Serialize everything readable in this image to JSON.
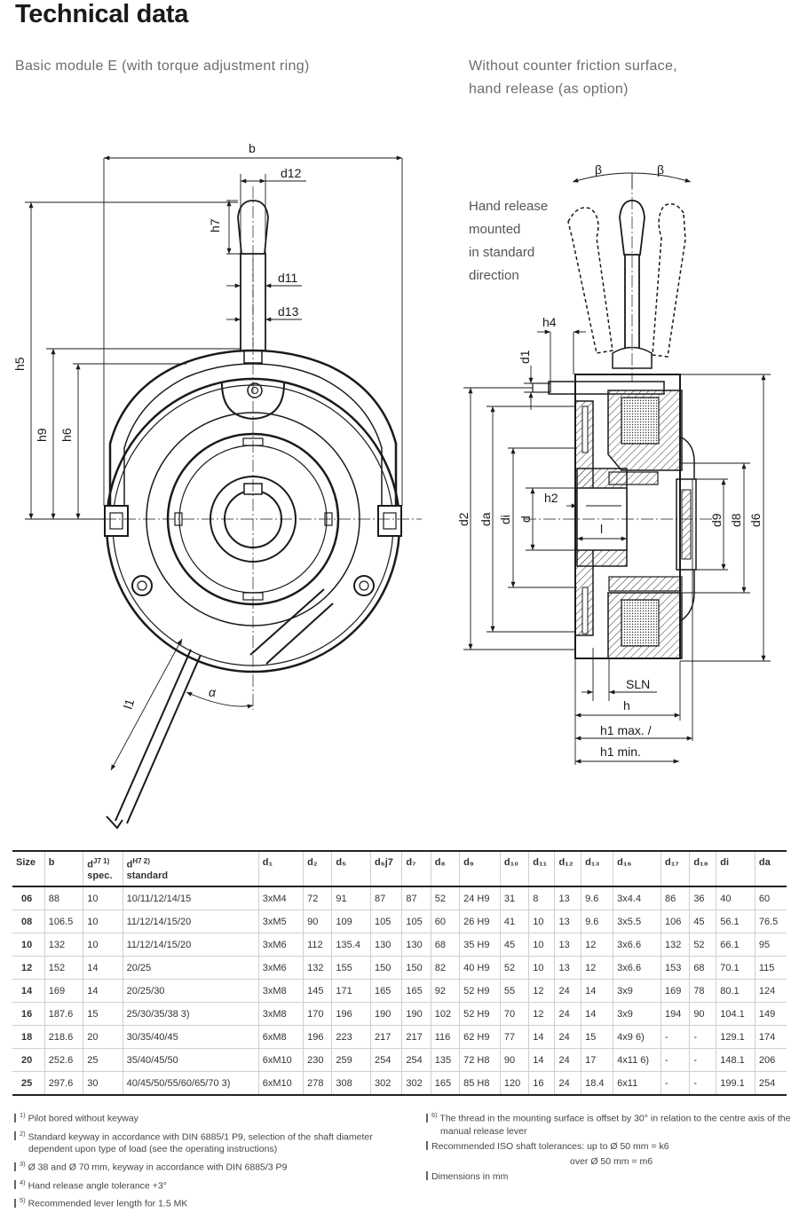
{
  "title": "Technical data",
  "subtitle_left": "Basic module E (with torque adjustment ring)",
  "subtitle_right_line1": "Without counter friction surface,",
  "subtitle_right_line2": "hand release (as option)",
  "hand_release_note": [
    "Hand release",
    "mounted",
    "in standard",
    "direction"
  ],
  "left_labels": {
    "b": "b",
    "d12": "d12",
    "h7": "h7",
    "d11": "d11",
    "d13": "d13",
    "h5": "h5",
    "h9": "h9",
    "h6": "h6",
    "l1": "l1",
    "alpha": "α"
  },
  "right_labels": {
    "beta_left": "β",
    "beta_right": "β",
    "h4": "h4",
    "d1": "d1",
    "d2": "d2",
    "da": "da",
    "di": "di",
    "d": "d",
    "h2": "h2",
    "l": "l",
    "d9": "d9",
    "d8": "d8",
    "d6": "d6",
    "sln": "SLN",
    "h": "h",
    "h1max": "h1 max. /",
    "h1min": "h1 min."
  },
  "table": {
    "headers": [
      {
        "main": "Size",
        "sup": "",
        "line2": ""
      },
      {
        "main": "b",
        "sup": "",
        "line2": ""
      },
      {
        "main": "d",
        "sup": "J7 1)",
        "line2": "spec."
      },
      {
        "main": "d",
        "sup": "H7 2)",
        "line2": "standard"
      },
      {
        "main": "d₁",
        "sup": "",
        "line2": ""
      },
      {
        "main": "d₂",
        "sup": "",
        "line2": ""
      },
      {
        "main": "d₅",
        "sup": "",
        "line2": ""
      },
      {
        "main": "d₆j7",
        "sup": "",
        "line2": ""
      },
      {
        "main": "d₇",
        "sup": "",
        "line2": ""
      },
      {
        "main": "d₈",
        "sup": "",
        "line2": ""
      },
      {
        "main": "d₉",
        "sup": "",
        "line2": ""
      },
      {
        "main": "d₁₀",
        "sup": "",
        "line2": ""
      },
      {
        "main": "d₁₁",
        "sup": "",
        "line2": ""
      },
      {
        "main": "d₁₂",
        "sup": "",
        "line2": ""
      },
      {
        "main": "d₁₃",
        "sup": "",
        "line2": ""
      },
      {
        "main": "d₁₆",
        "sup": "",
        "line2": ""
      },
      {
        "main": "d₁₇",
        "sup": "",
        "line2": ""
      },
      {
        "main": "d₁₈",
        "sup": "",
        "line2": ""
      },
      {
        "main": "di",
        "sup": "",
        "line2": ""
      },
      {
        "main": "da",
        "sup": "",
        "line2": ""
      }
    ],
    "rows": [
      [
        "06",
        "88",
        "10",
        "10/11/12/14/15",
        "3xM4",
        "72",
        "91",
        "87",
        "87",
        "52",
        "24 H9",
        "31",
        "8",
        "13",
        "9.6",
        "3x4.4",
        "86",
        "36",
        "40",
        "60"
      ],
      [
        "08",
        "106.5",
        "10",
        "11/12/14/15/20",
        "3xM5",
        "90",
        "109",
        "105",
        "105",
        "60",
        "26 H9",
        "41",
        "10",
        "13",
        "9.6",
        "3x5.5",
        "106",
        "45",
        "56.1",
        "76.5"
      ],
      [
        "10",
        "132",
        "10",
        "11/12/14/15/20",
        "3xM6",
        "112",
        "135.4",
        "130",
        "130",
        "68",
        "35 H9",
        "45",
        "10",
        "13",
        "12",
        "3x6.6",
        "132",
        "52",
        "66.1",
        "95"
      ],
      [
        "12",
        "152",
        "14",
        "20/25",
        "3xM6",
        "132",
        "155",
        "150",
        "150",
        "82",
        "40 H9",
        "52",
        "10",
        "13",
        "12",
        "3x6.6",
        "153",
        "68",
        "70.1",
        "115"
      ],
      [
        "14",
        "169",
        "14",
        "20/25/30",
        "3xM8",
        "145",
        "171",
        "165",
        "165",
        "92",
        "52 H9",
        "55",
        "12",
        "24",
        "14",
        "3x9",
        "169",
        "78",
        "80.1",
        "124"
      ],
      [
        "16",
        "187.6",
        "15",
        "25/30/35/38 3)",
        "3xM8",
        "170",
        "196",
        "190",
        "190",
        "102",
        "52 H9",
        "70",
        "12",
        "24",
        "14",
        "3x9",
        "194",
        "90",
        "104.1",
        "149"
      ],
      [
        "18",
        "218.6",
        "20",
        "30/35/40/45",
        "6xM8",
        "196",
        "223",
        "217",
        "217",
        "116",
        "62 H9",
        "77",
        "14",
        "24",
        "15",
        "4x9 6)",
        "-",
        "-",
        "129.1",
        "174"
      ],
      [
        "20",
        "252.6",
        "25",
        "35/40/45/50",
        "6xM10",
        "230",
        "259",
        "254",
        "254",
        "135",
        "72 H8",
        "90",
        "14",
        "24",
        "17",
        "4x11 6)",
        "-",
        "-",
        "148.1",
        "206"
      ],
      [
        "25",
        "297.6",
        "30",
        "40/45/50/55/60/65/70 3)",
        "6xM10",
        "278",
        "308",
        "302",
        "302",
        "165",
        "85 H8",
        "120",
        "16",
        "24",
        "18.4",
        "6x11",
        "-",
        "-",
        "199.1",
        "254"
      ]
    ]
  },
  "footnotes_left": [
    {
      "mark": "1)",
      "text": "Pilot bored without keyway"
    },
    {
      "mark": "2)",
      "text": "Standard keyway in accordance with DIN 6885/1 P9, selection of the shaft diameter dependent upon type of load (see the operating instructions)"
    },
    {
      "mark": "3)",
      "text": "Ø 38 and Ø 70 mm, keyway in accordance with DIN 6885/3 P9"
    },
    {
      "mark": "4)",
      "text": "Hand release angle tolerance +3°"
    },
    {
      "mark": "5)",
      "text": "Recommended lever length for 1.5 MK"
    }
  ],
  "footnotes_right": [
    {
      "mark": "6)",
      "text": "The thread in the mounting surface is offset by 30° in relation to the centre axis of the manual release lever"
    },
    {
      "mark": "",
      "text": "Recommended ISO shaft tolerances: up to Ø 50 mm = k6"
    },
    {
      "mark": "",
      "text": "over Ø 50 mm = m6"
    },
    {
      "mark": "",
      "text": "Dimensions in mm"
    }
  ]
}
